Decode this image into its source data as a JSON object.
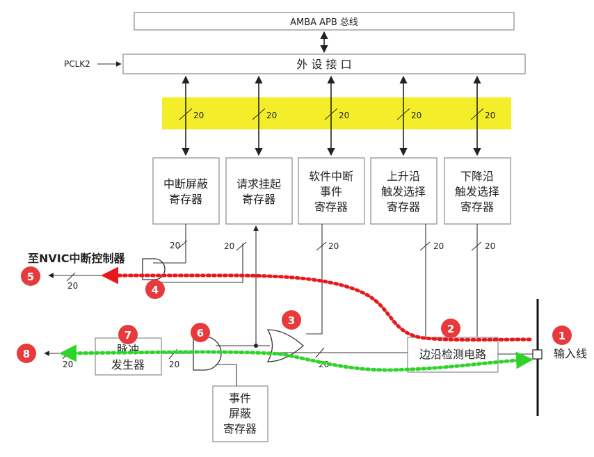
{
  "amba_bus_label": "AMBA APB 总线",
  "peripheral_interface_label": "外 设 接 口",
  "pclk_label": "PCLK2",
  "bus_width": "20",
  "registers": {
    "interrupt_mask": [
      "中断屏蔽",
      "寄存器"
    ],
    "pending_request": [
      "请求挂起",
      "寄存器"
    ],
    "software_interrupt_event": [
      "软件中断",
      "事件",
      "寄存器"
    ],
    "rising_edge_select": [
      "上升沿",
      "触发选择",
      "寄存器"
    ],
    "falling_edge_select": [
      "下降沿",
      "触发选择",
      "寄存器"
    ],
    "event_mask": [
      "事件",
      "屏蔽",
      "寄存器"
    ]
  },
  "pulse_generator": [
    "脉冲",
    "发生器"
  ],
  "edge_detect_circuit": "边沿检测电路",
  "nvic_label": "至NVIC中断控制器",
  "input_line_label": "输入线",
  "steps": [
    "1",
    "2",
    "3",
    "4",
    "5",
    "6",
    "7",
    "8"
  ],
  "colors": {
    "highlight": "#f4ee2a",
    "badge": "#e8393b",
    "interrupt_path": "#e8191d",
    "event_path": "#2ed42a"
  }
}
